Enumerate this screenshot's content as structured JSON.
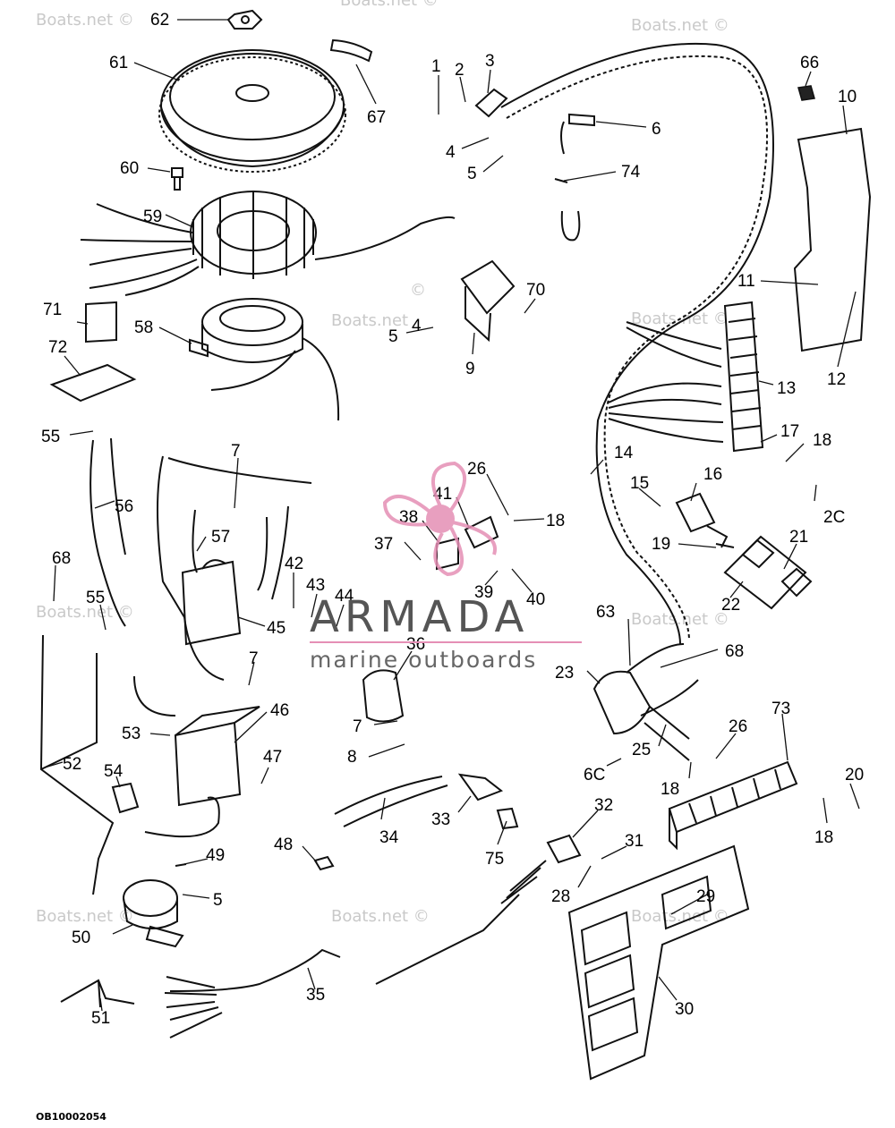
{
  "watermark": {
    "site": "Boats.net ©",
    "site_short": "Boats.net",
    "copyright": "©"
  },
  "brand": {
    "name": "ARMADA",
    "tagline": "marine outboards",
    "accent_color": "#e58fb5"
  },
  "document_code": "OB10002054",
  "callouts": {
    "c1": "1",
    "c2": "2",
    "c3": "3",
    "c4": "4",
    "c5": "5",
    "c6": "6",
    "c7": "7",
    "c8": "8",
    "c9": "9",
    "c10": "10",
    "c11": "11",
    "c12": "12",
    "c13": "13",
    "c14": "14",
    "c15": "15",
    "c16": "16",
    "c17": "17",
    "c18": "18",
    "c19": "19",
    "c20": "20",
    "c20b": "2C",
    "c21": "21",
    "c22": "22",
    "c23": "23",
    "c25": "25",
    "c26": "26",
    "c28": "28",
    "c29": "29",
    "c30": "30",
    "c31": "31",
    "c32": "32",
    "c33": "33",
    "c34": "34",
    "c35": "35",
    "c36": "36",
    "c37": "37",
    "c38": "38",
    "c39": "39",
    "c40": "40",
    "c41": "41",
    "c42": "42",
    "c43": "43",
    "c44": "44",
    "c45": "45",
    "c46": "46",
    "c47": "47",
    "c48": "48",
    "c49": "49",
    "c50": "50",
    "c51": "51",
    "c52": "52",
    "c53": "53",
    "c54": "54",
    "c55": "55",
    "c56": "56",
    "c57": "57",
    "c58": "58",
    "c59": "59",
    "c60": "60",
    "c61": "61",
    "c62": "62",
    "c63": "63",
    "c66": "66",
    "c67": "67",
    "c68": "68",
    "c68b": "6C",
    "c70": "70",
    "c71": "71",
    "c72": "72",
    "c73": "73",
    "c74": "74",
    "c75": "75"
  }
}
